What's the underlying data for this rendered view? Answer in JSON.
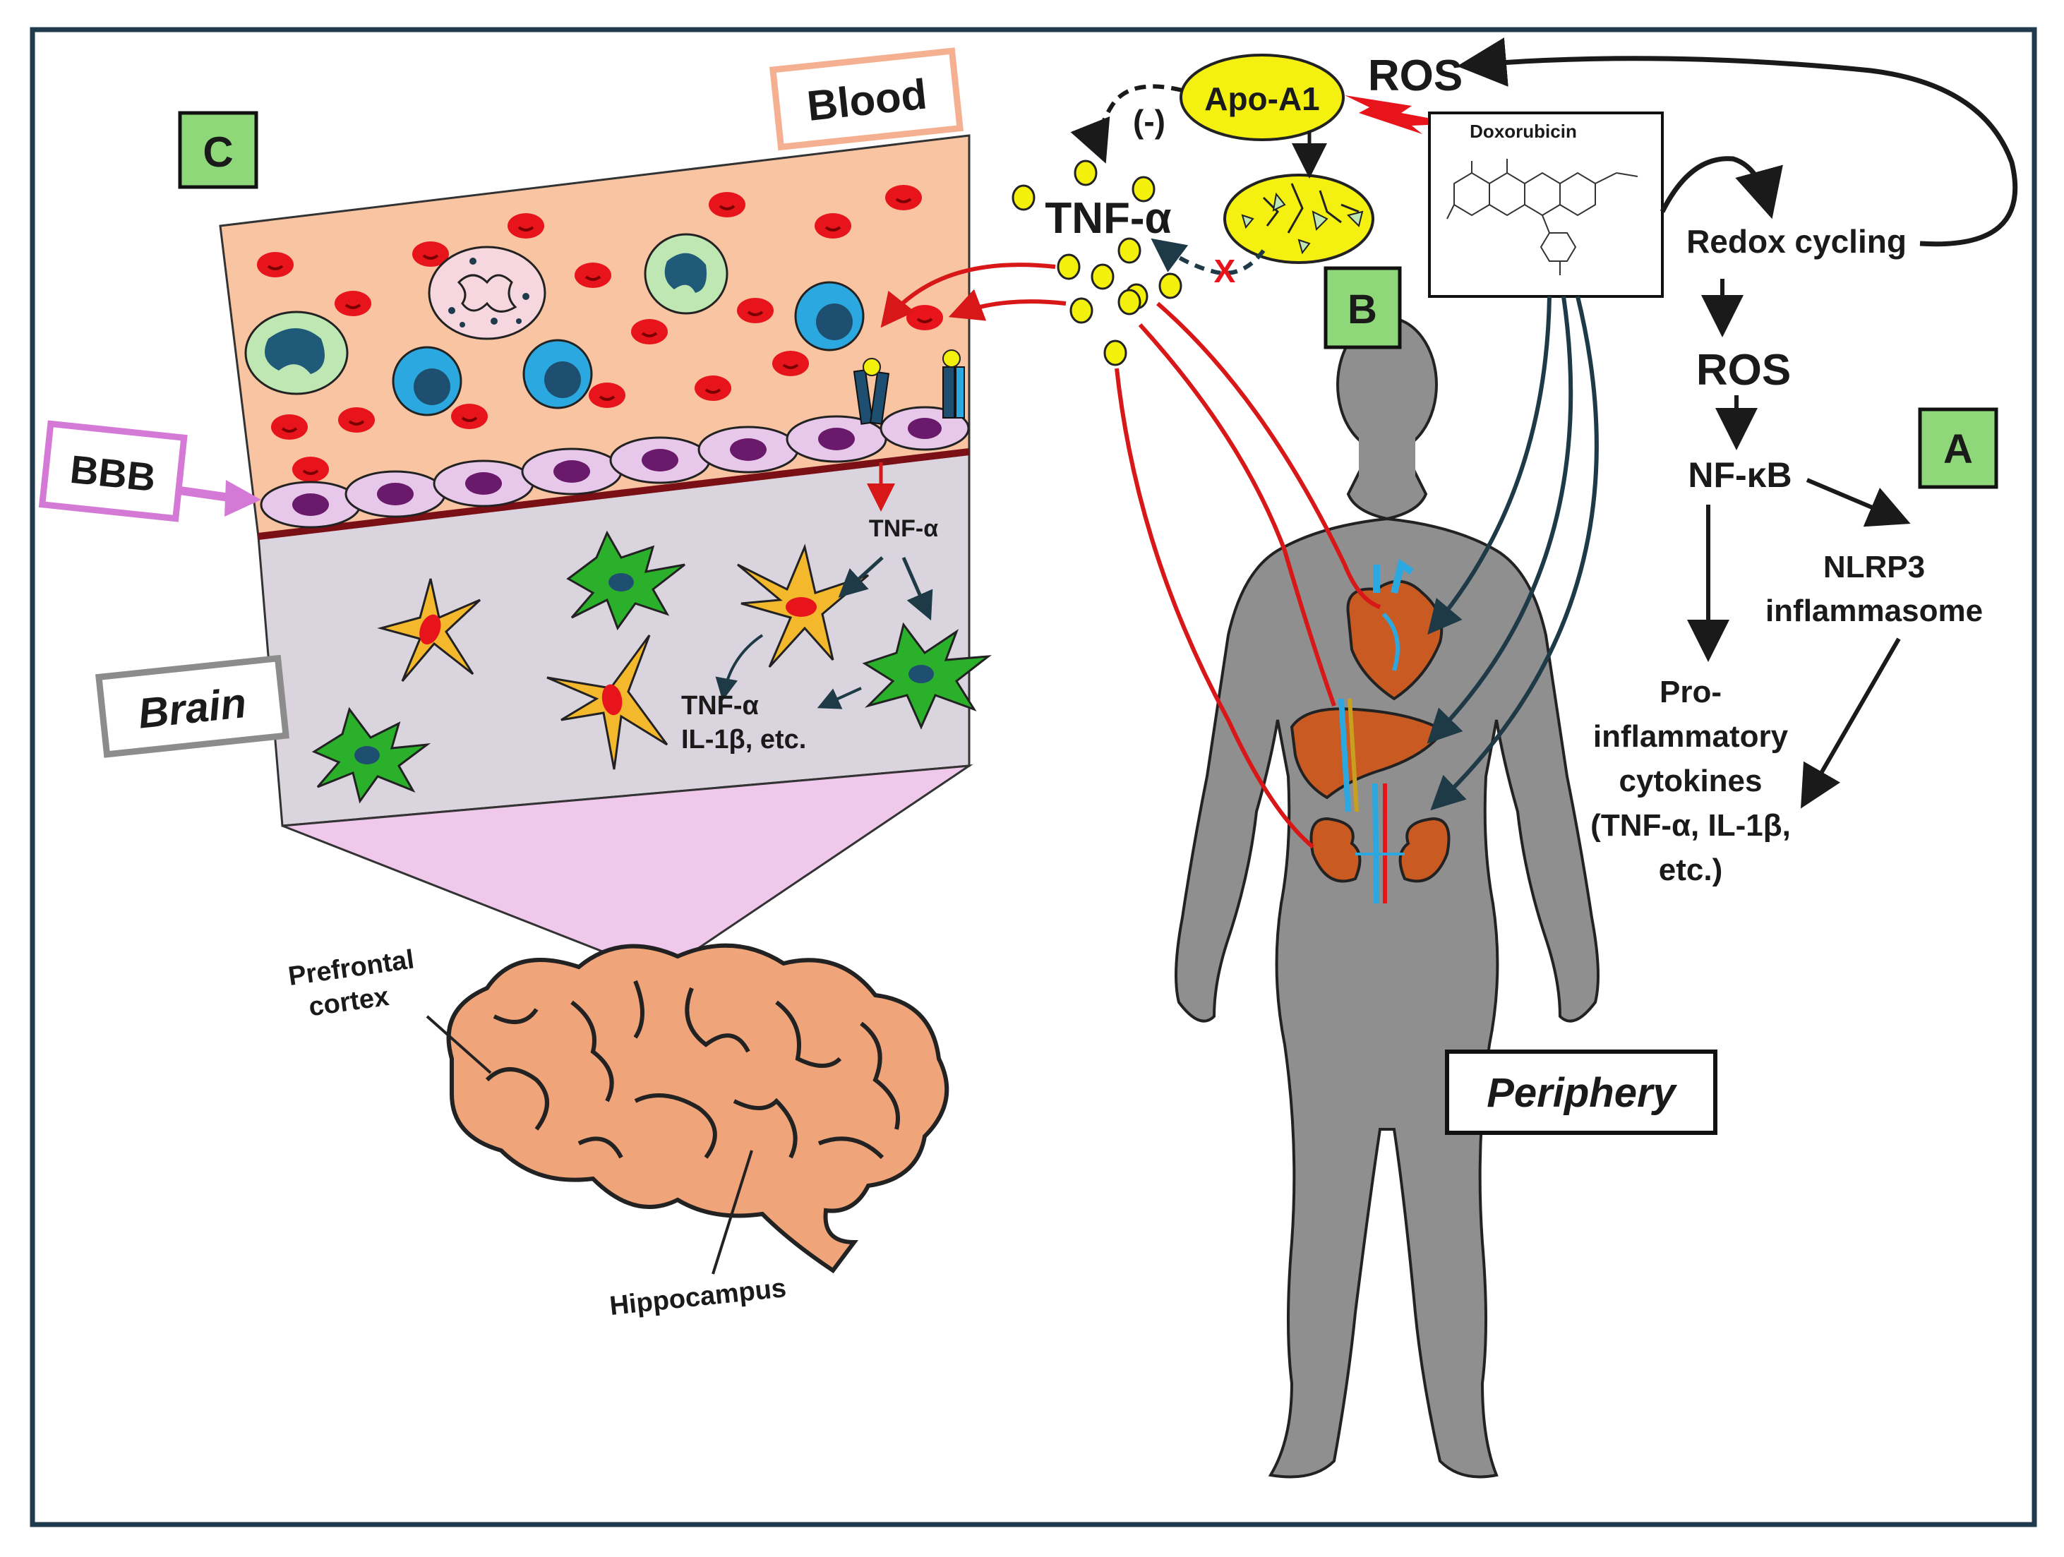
{
  "panels": {
    "a": "A",
    "b": "B",
    "c": "C"
  },
  "labels": {
    "blood": "Blood",
    "bbb": "BBB",
    "brain": "Brain",
    "periphery": "Periphery",
    "apo_a1": "Apo-A1",
    "ros_top": "ROS",
    "inhibit": "(-)",
    "block_mark": "X",
    "tnf_main": "TNF-α",
    "doxorubicin": "Doxorubicin",
    "redox_cycling": "Redox cycling",
    "ros_mid": "ROS",
    "nfkb": "NF-κB",
    "nlrp3_line1": "NLRP3",
    "nlrp3_line2": "inflammasome",
    "pro_line1": "Pro-",
    "pro_line2": "inflammatory",
    "pro_line3": "cytokines",
    "pro_line4": "(TNF-α, IL-1β,",
    "pro_line5": "etc.)",
    "tnf_brain": "TNF-α",
    "brain_cyto_line1": "TNF-α",
    "brain_cyto_line2": "IL-1β, etc.",
    "pfc_line1": "Prefrontal",
    "pfc_line2": "cortex",
    "hippocampus": "Hippocampus"
  },
  "colors": {
    "frame": "#1f3a4d",
    "blood_bg": "#f8c4a2",
    "brain_bg": "#d9d4de",
    "funnel": "#f0c8ec",
    "rbc": "#e8141c",
    "endothelial": "#e8c8ea",
    "nucleus": "#6a1a6a",
    "monocyte": "#bfe7b3",
    "lymphocyte": "#2ca8e0",
    "neutrophil": "#f6d6df",
    "microglia": "#2bb02b",
    "astrocyte": "#f4b82c",
    "tnf_dot": "#f3f00c",
    "apo": "#f4f010",
    "red_arrow": "#d81818",
    "dark_arrow": "#1e3a46",
    "body": "#8f8f8f",
    "organ": "#c85a22",
    "brain_organ": "#f0a47a",
    "panel_green": "#8fd87a",
    "bbb_pink": "#d47ad6",
    "blood_box": "#f4b090",
    "brain_box": "#8c8c8c"
  }
}
